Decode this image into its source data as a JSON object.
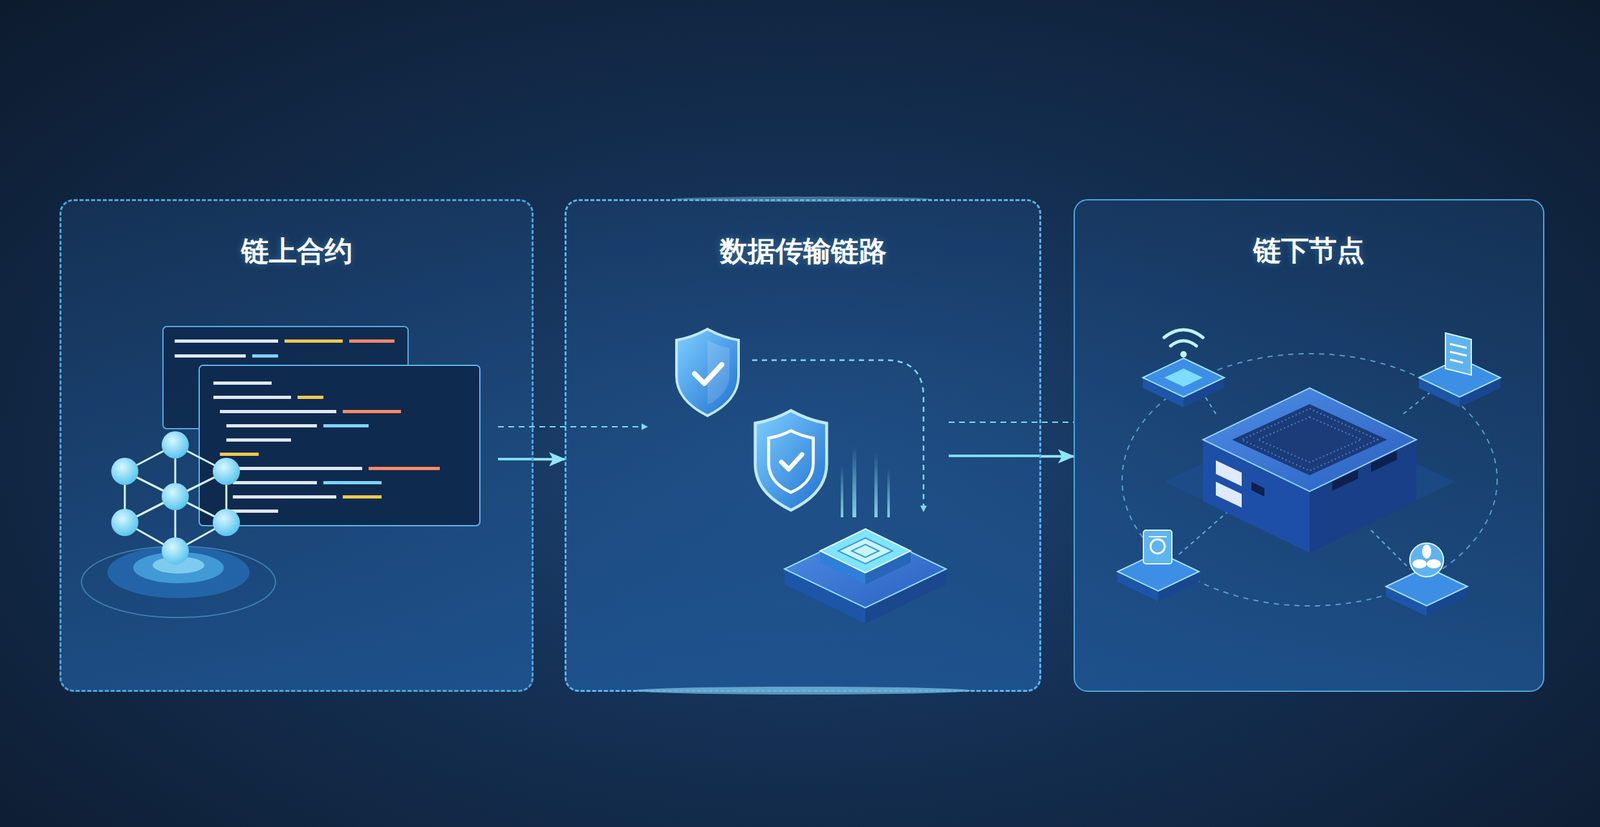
{
  "diagram": {
    "nodes": [
      {
        "text": [
          "链上合约"
        ]
      },
      {
        "text": [
          "数据传输链路"
        ]
      },
      {
        "text": [
          "链下节点"
        ]
      }
    ],
    "edges": [
      {
        "from": 0,
        "to": 1,
        "arrow": "to"
      },
      {
        "from": 1,
        "to": 2,
        "arrow": "to"
      }
    ]
  }
}
